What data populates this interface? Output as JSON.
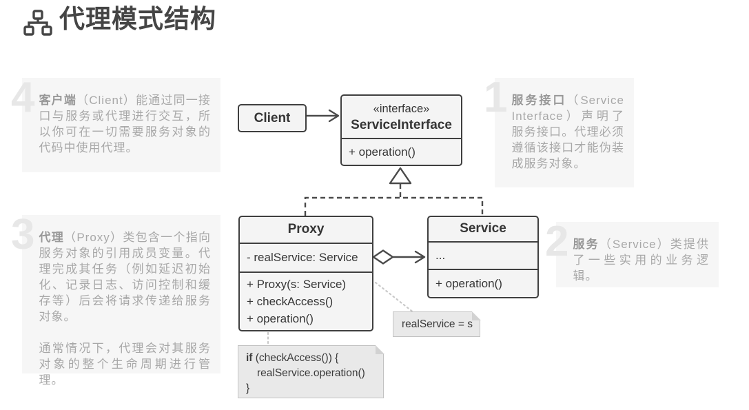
{
  "page": {
    "title": "代理模式结构"
  },
  "annotations": {
    "a1": {
      "num": "1",
      "term": "服务接口",
      "text": "（Service Interface）声明了服务接口。代理必须遵循该接口才能伪装成服务对象。"
    },
    "a2": {
      "num": "2",
      "term": "服务",
      "text": "（Service）类提供了一些实用的业务逻辑。"
    },
    "a3": {
      "num": "3",
      "term": "代理",
      "text": "（Proxy）类包含一个指向服务对象的引用成员变量。代理完成其任务（例如延迟初始化、记录日志、访问控制和缓存等）后会将请求传递给服务对象。",
      "text2": "通常情况下，代理会对其服务对象的整个生命周期进行管理。"
    },
    "a4": {
      "num": "4",
      "term": "客户端",
      "text": "（Client）能通过同一接口与服务或代理进行交互，所以你可在一切需要服务对象的代码中使用代理。"
    }
  },
  "uml": {
    "client": {
      "name": "Client"
    },
    "interface": {
      "stereotype": "«interface»",
      "name": "ServiceInterface",
      "operation": "+ operation()"
    },
    "proxy": {
      "name": "Proxy",
      "attribute": "- realService: Service",
      "methods": [
        "+ Proxy(s: Service)",
        "+ checkAccess()",
        "+ operation()"
      ]
    },
    "service": {
      "name": "Service",
      "attribute": "...",
      "operation": "+ operation()"
    },
    "note_assignment": "realService = s",
    "note_code": {
      "keyword": "if",
      "line1": " (checkAccess()) {",
      "line2": "realService.operation()",
      "line3": "}"
    }
  },
  "colors": {
    "box_fill": "#f4f4f4",
    "box_border": "#3f3f3f",
    "line": "#4a4a4a",
    "note_fill": "#e9e9e9",
    "note_border": "#c2c2c2",
    "annotation_bg": "#f6f6f6",
    "annotation_text": "#a8a8a8",
    "annotation_number": "#e7e7e7",
    "title_text": "#454545"
  }
}
